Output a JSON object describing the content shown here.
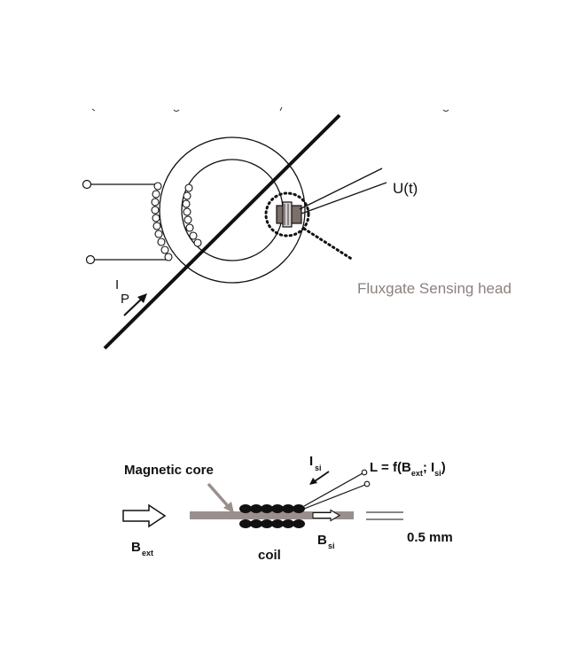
{
  "top_diagram": {
    "voltage_label": "U(t)",
    "current_label": "I",
    "current_subscript": "P",
    "sensing_head_label": "Fluxgate Sensing head"
  },
  "bottom_diagram": {
    "magnetic_core_label": "Magnetic core",
    "bext_main": "B",
    "bext_sub": "ext",
    "coil_label": "coil",
    "bsi_main": "B",
    "bsi_sub": "si",
    "isi_main": "I",
    "isi_sub": "si",
    "formula": {
      "prefix": "L = f(B",
      "sub1": "ext",
      "mid": "; I",
      "sub2": "si",
      "suffix": ")"
    },
    "thickness_label": "0.5 mm"
  },
  "colors": {
    "line": "#111111",
    "core_grey": "#9a8f8d",
    "label_grey": "#8c807d"
  }
}
